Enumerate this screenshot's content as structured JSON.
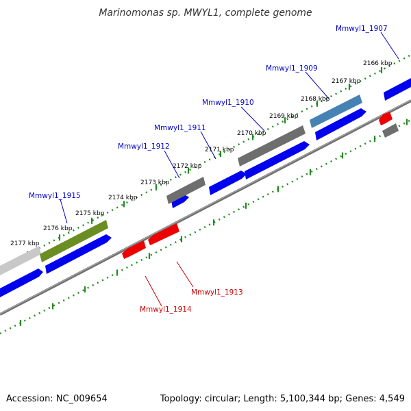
{
  "title": "Marinomonas sp. MWYL1, complete genome",
  "footer": {
    "accession": "Accession: NC_009654",
    "summary": "Topology: circular; Length: 5,100,344 bp; Genes: 4,549"
  },
  "ticks": [
    {
      "label": "2166 kbp",
      "kbp": 2166
    },
    {
      "label": "2167 kbp",
      "kbp": 2167
    },
    {
      "label": "2168 kbp",
      "kbp": 2168
    },
    {
      "label": "2169 kbp",
      "kbp": 2169
    },
    {
      "label": "2170 kbp",
      "kbp": 2170
    },
    {
      "label": "2171 kbp",
      "kbp": 2171
    },
    {
      "label": "2172 kbp",
      "kbp": 2172
    },
    {
      "label": "2173 kbp",
      "kbp": 2173
    },
    {
      "label": "2174 kbp",
      "kbp": 2174
    },
    {
      "label": "2175 kbp",
      "kbp": 2175
    },
    {
      "label": "2176 kbp",
      "kbp": 2176
    },
    {
      "label": "2177 kbp",
      "kbp": 2177
    }
  ],
  "gene_labels": [
    {
      "name": "Mmwyl1_1907",
      "color": "#0000cc",
      "strand": "forward"
    },
    {
      "name": "Mmwyl1_1909",
      "color": "#0000cc",
      "strand": "forward"
    },
    {
      "name": "Mmwyl1_1910",
      "color": "#0000cc",
      "strand": "forward"
    },
    {
      "name": "Mmwyl1_1911",
      "color": "#0000cc",
      "strand": "forward"
    },
    {
      "name": "Mmwyl1_1912",
      "color": "#0000cc",
      "strand": "forward"
    },
    {
      "name": "Mmwyl1_1915",
      "color": "#0000cc",
      "strand": "forward"
    },
    {
      "name": "Mmwyl1_1913",
      "color": "#cc0000",
      "strand": "reverse"
    },
    {
      "name": "Mmwyl1_1914",
      "color": "#cc0000",
      "strand": "reverse"
    }
  ],
  "colors": {
    "forward_cds": "#0000ee",
    "reverse_cds": "#ee0000",
    "feature_gray": "#6e6e6e",
    "feature_light_gray": "#c8c8c8",
    "feature_olive": "#6b8e23",
    "feature_steelblue": "#4682b4",
    "backbone": "#808080",
    "ticks": "#228b22"
  }
}
